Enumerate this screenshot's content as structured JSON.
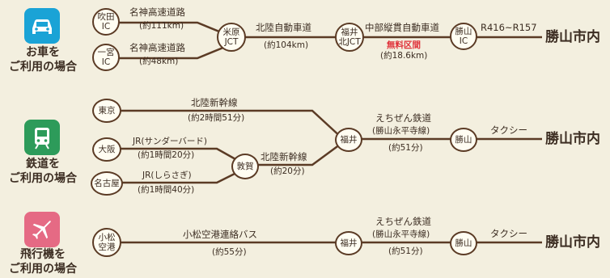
{
  "colors": {
    "car_icon_bg": "#1aa3d6",
    "rail_icon_bg": "#2d9b5a",
    "plane_icon_bg": "#e56a84",
    "line": "#5b3b25",
    "highlight": "#e0323a"
  },
  "car": {
    "icon": "car-icon",
    "label_line1": "お車を",
    "label_line2": "ご利用の場合",
    "suita_ic": "吹田IC",
    "ichinomiya_ic": "一宮IC",
    "maibara_jct": "米原JCT",
    "fukuikita_jct": "福井北JCT",
    "katsuyama_ic": "勝山IC",
    "meishin_label_1": "名神高速道路",
    "meishin_dist_1": "(約111km)",
    "meishin_label_2": "名神高速道路",
    "meishin_dist_2": "(約48km)",
    "hokuriku_label": "北陸自動車道",
    "hokuriku_dist": "(約104km)",
    "chubu_label": "中部縦貫自動車道",
    "chubu_free": "無料区間",
    "chubu_dist": "(約18.6km)",
    "route_label": "R416~R157",
    "destination": "勝山市内"
  },
  "rail": {
    "icon": "train-icon",
    "label_line1": "鉄道を",
    "label_line2": "ご利用の場合",
    "tokyo": "東京",
    "osaka": "大阪",
    "nagoya": "名古屋",
    "tsuruga": "敦賀",
    "fukui": "福井",
    "katsuyama": "勝山",
    "shinkansen_label": "北陸新幹線",
    "shinkansen_dist": "(約2時間51分)",
    "thunderbird_label": "JR(サンダーバード)",
    "thunderbird_dist": "(約1時間20分)",
    "shirasagi_label": "JR(しらさぎ)",
    "shirasagi_dist": "(約1時間40分)",
    "tsuruga_shinkansen_label": "北陸新幹線",
    "tsuruga_shinkansen_dist": "(約20分)",
    "echizen_label": "えちぜん鉄道",
    "echizen_line": "(勝山永平寺線)",
    "echizen_dist": "(約51分)",
    "taxi": "タクシー",
    "destination": "勝山市内"
  },
  "plane": {
    "icon": "airplane-icon",
    "label_line1": "飛行機を",
    "label_line2": "ご利用の場合",
    "komatsu_line1": "小松",
    "komatsu_line2": "空港",
    "fukui": "福井",
    "katsuyama": "勝山",
    "bus_label": "小松空港連絡バス",
    "bus_dist": "(約55分)",
    "echizen_label": "えちぜん鉄道",
    "echizen_line": "(勝山永平寺線)",
    "echizen_dist": "(約51分)",
    "taxi": "タクシー",
    "destination": "勝山市内"
  }
}
